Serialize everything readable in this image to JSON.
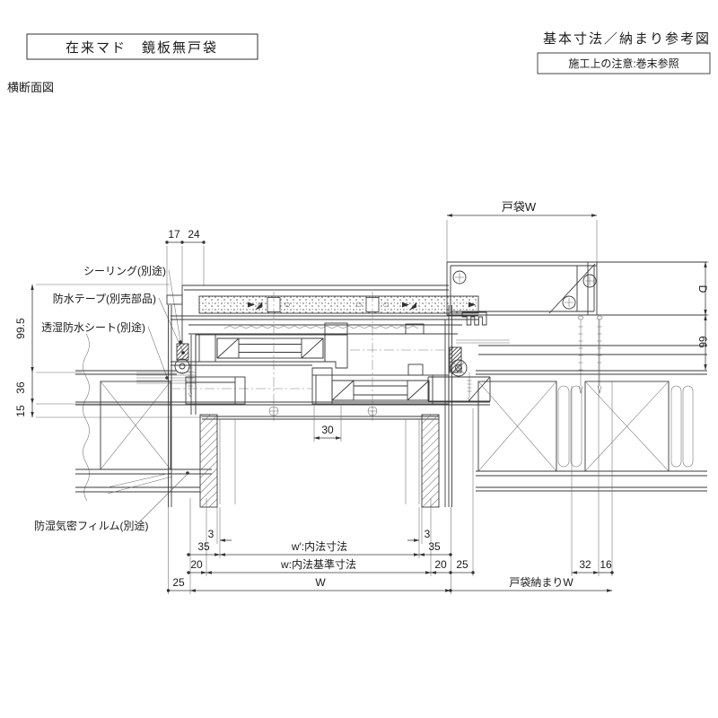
{
  "header": {
    "title": "在来マド　鏡板無戸袋",
    "view": "横断面図",
    "right_title": "基本寸法／納まり参考図",
    "note": "施工上の注意:巻末参照"
  },
  "labels": {
    "sealing": "シーリング(別途)",
    "tape": "防水テープ(別売部品)",
    "sheet": "透湿防水シート(別途)",
    "film": "防湿気密フィルム(別途)",
    "pocket_w": "戸袋W",
    "pocket_fit_w": "戸袋納まりW",
    "depth": "D"
  },
  "dims": {
    "t17": "17",
    "t24": "24",
    "v995": "99.5",
    "v36": "36",
    "v15": "15",
    "v66": "66",
    "c30": "30",
    "b3": "3",
    "b35": "35",
    "b20": "20",
    "b25": "25",
    "b32": "32",
    "b16": "16",
    "w_inner": "w′:内法寸法",
    "w_base": "w:内法基準寸法",
    "w_total": "W"
  }
}
